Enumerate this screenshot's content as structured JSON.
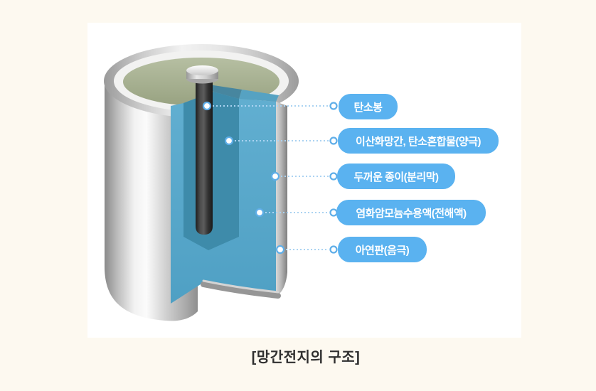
{
  "page": {
    "caption": "[망간전지의 구조]"
  },
  "theme": {
    "page_bg": "#FDF9F0",
    "panel_bg": "#FFFFFF",
    "pill_bg": "#5AB2F0",
    "pill_text": "#FFFFFF",
    "connector_line": "#ABD3F2",
    "marker_ring": "#5FAEE8",
    "top_seal_green": "#A9B394",
    "electrolyte_blue": "#57A9CD",
    "cathode_mix_teal": "#3E8BAA",
    "carbon_rod_dark": "#2E2E2E",
    "can_metal_light": "#F2F2F1"
  },
  "labels": [
    {
      "id": "carbon-rod",
      "text": "탄소봉"
    },
    {
      "id": "mno2-carbon-mix",
      "text": "이산화망간, 탄소혼합물(양극)"
    },
    {
      "id": "separator-paper",
      "text": "두꺼운 종이(분리막)"
    },
    {
      "id": "electrolyte",
      "text": "염화암모늄수용액(전해액)"
    },
    {
      "id": "zinc-plate",
      "text": "아연판(음극)"
    }
  ]
}
